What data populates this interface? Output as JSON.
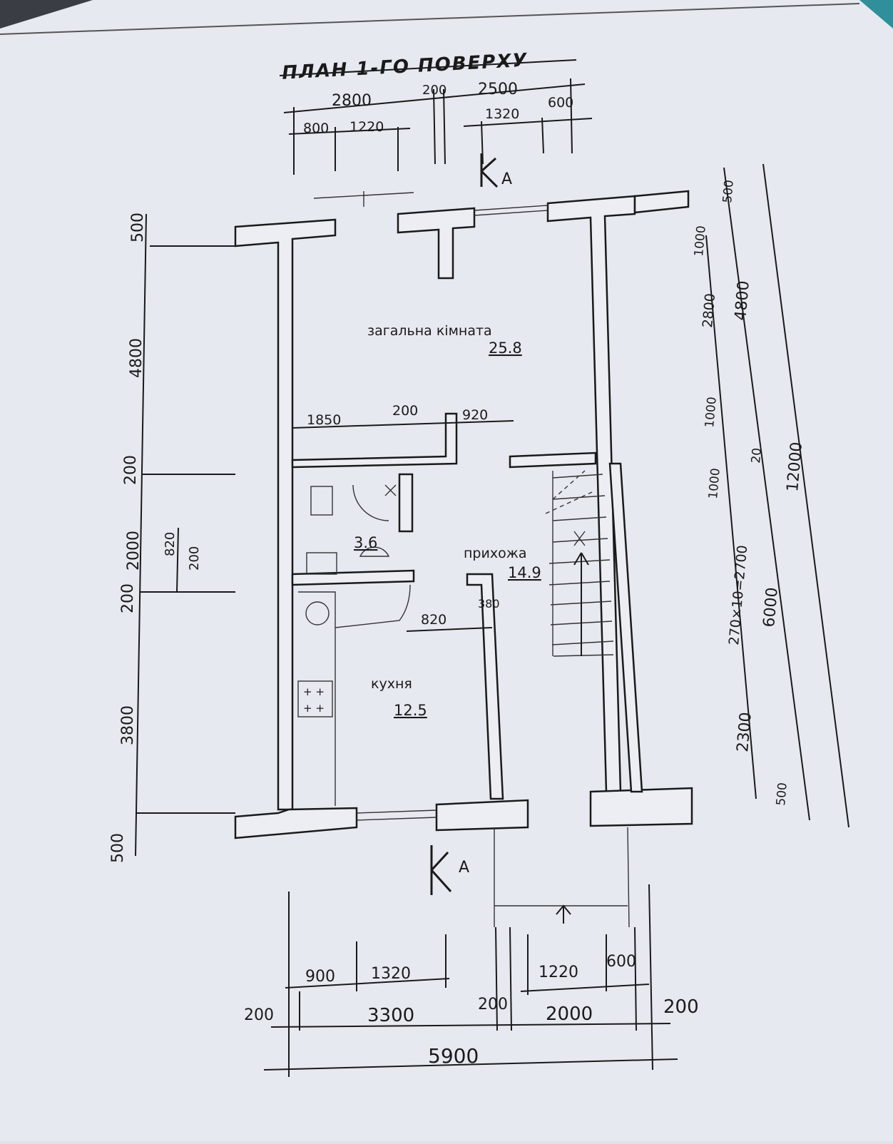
{
  "title": "ПЛАН 1-ГО ПОВЕРХУ",
  "rooms": [
    {
      "name": "загальна кімната",
      "area": "25.8"
    },
    {
      "name": "",
      "area": "3.6"
    },
    {
      "name": "прихожа",
      "area": "14.9"
    },
    {
      "name": "кухня",
      "area": "12.5"
    }
  ],
  "section_marker": {
    "top": "А",
    "bottom": "А"
  },
  "dimensions": {
    "top_overall": [
      "2800",
      "200",
      "2500"
    ],
    "top_detail": [
      "800",
      "1220",
      "1320",
      "600"
    ],
    "left": [
      "500",
      "4800",
      "200",
      "2000",
      "200",
      "3800",
      "500"
    ],
    "left_door": [
      "820",
      "200"
    ],
    "right_inner": [
      "1000",
      "2800",
      "1000",
      "1000",
      "270×10=2700",
      "2300"
    ],
    "right_middle": [
      "500",
      "4800",
      "20",
      "6000",
      "500"
    ],
    "right_overall": "12000",
    "interior": [
      "1850",
      "200",
      "920",
      "820",
      "380"
    ],
    "bottom_detail": [
      "900",
      "1320",
      "1220",
      "600"
    ],
    "bottom_mid": [
      "200",
      "3300",
      "200",
      "2000",
      "200"
    ],
    "bottom_overall": "5900"
  },
  "colors": {
    "paper": "#e9ebf1",
    "ink": "#1a1a1a",
    "edge": "#2f8f9a"
  }
}
